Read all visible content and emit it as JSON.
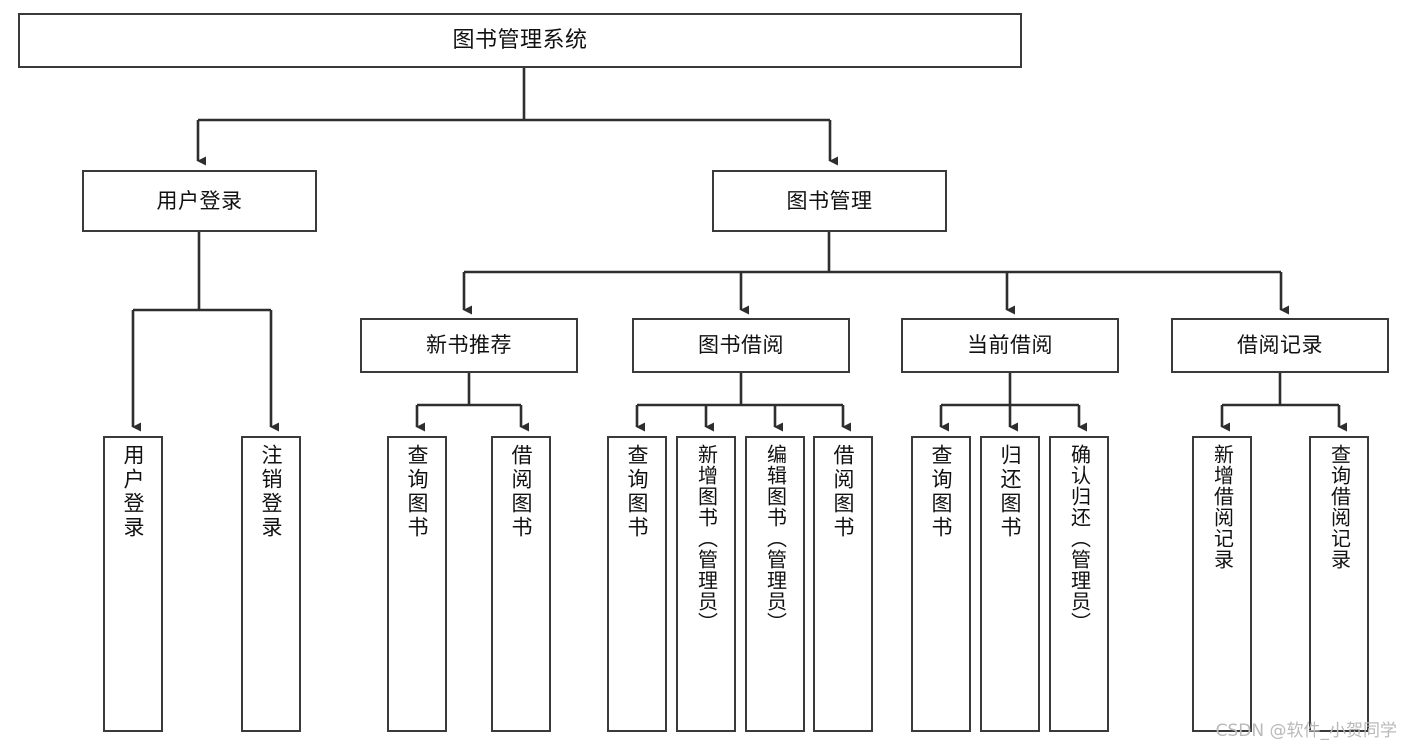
{
  "diagram": {
    "title": "图书管理系统",
    "type": "tree",
    "watermark": "CSDN @软件_小贺同学",
    "stroke_color": "#3a3a3a",
    "fill_color": "#ffffff",
    "text_color": "#111111",
    "watermark_color": "#b9b9b9",
    "nodes": {
      "root": {
        "label": "图书管理系统"
      },
      "level2": [
        {
          "id": "user-login",
          "label": "用户登录"
        },
        {
          "id": "book-management",
          "label": "图书管理"
        }
      ],
      "level3": [
        {
          "id": "new-book-recommend",
          "label": "新书推荐"
        },
        {
          "id": "book-borrow",
          "label": "图书借阅"
        },
        {
          "id": "current-borrow",
          "label": "当前借阅"
        },
        {
          "id": "borrow-record",
          "label": "借阅记录"
        }
      ],
      "leaves": {
        "user_login": [
          {
            "id": "leaf-user-login",
            "label": "用户登录"
          },
          {
            "id": "leaf-logout-login",
            "label": "注销登录"
          }
        ],
        "new_book_recommend": [
          {
            "id": "leaf-query-book-1",
            "label": "查询图书"
          },
          {
            "id": "leaf-borrow-book-1",
            "label": "借阅图书"
          }
        ],
        "book_borrow": [
          {
            "id": "leaf-query-book-2",
            "label": "查询图书"
          },
          {
            "id": "leaf-add-book",
            "label": "新增图书（管理员）"
          },
          {
            "id": "leaf-edit-book",
            "label": "编辑图书（管理员）"
          },
          {
            "id": "leaf-borrow-book-2",
            "label": "借阅图书"
          }
        ],
        "current_borrow": [
          {
            "id": "leaf-query-book-3",
            "label": "查询图书"
          },
          {
            "id": "leaf-return-book",
            "label": "归还图书"
          },
          {
            "id": "leaf-confirm-return",
            "label": "确认归还（管理员）"
          }
        ],
        "borrow_record": [
          {
            "id": "leaf-add-borrow-record",
            "label": "新增借阅记录"
          },
          {
            "id": "leaf-query-borrow-record",
            "label": "查询借阅记录"
          }
        ]
      }
    }
  }
}
